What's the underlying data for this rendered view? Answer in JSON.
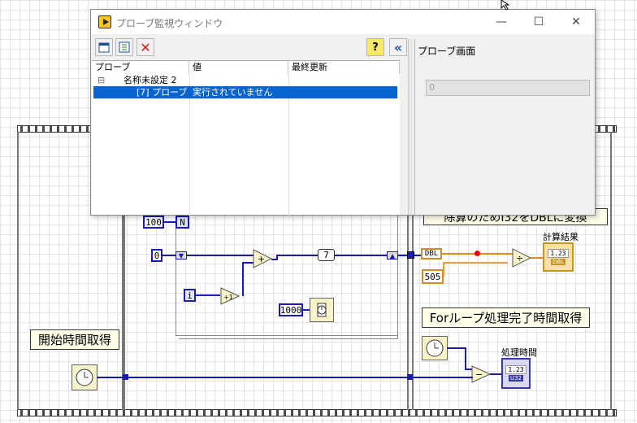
{
  "probe_window": {
    "title": "プローブ監視ウィンドウ",
    "columns": [
      "プローブ",
      "値",
      "最終更新"
    ],
    "tree_group": "名称未設定 2",
    "tree_collapse_glyph": "⊟",
    "selected_row": {
      "probe": "[7] プローブ",
      "value": "実行されていません",
      "last_update": ""
    },
    "right_pane_title": "プローブ画面",
    "display_value": "0",
    "window_buttons": {
      "minimize": "—",
      "maximize": "☐",
      "close": "✕"
    },
    "toolbar": {
      "collapse_glyph": "«",
      "help_glyph": "?",
      "delete_glyph": "✕"
    }
  },
  "diagram": {
    "labels": {
      "start_time": "開始時間取得",
      "for_done": "Forループ処理完了時間取得",
      "convert": "除算のためI32をDBLに変換",
      "calc_result": "計算結果",
      "elapsed": "処理時間"
    },
    "constants": {
      "n_count": "100",
      "loop_count_terminal": "N",
      "init": "0",
      "increment": "+1",
      "iteration_terminal": "i",
      "wait_ms": "1000",
      "probe_index": "7",
      "dbl_tag": "DBL",
      "divisor": "505",
      "indicator_value": "1.23",
      "indicator_dbl_tag": "DBL",
      "add_glyph": "+",
      "divide_glyph": "÷",
      "subtract_glyph": "−"
    }
  },
  "colors": {
    "wire_blue": "#1b1bb3",
    "wire_orange": "#e08a1a",
    "selection": "#0a64cf",
    "probe_dot": "#e00000",
    "label_bg": "#fffde8"
  }
}
